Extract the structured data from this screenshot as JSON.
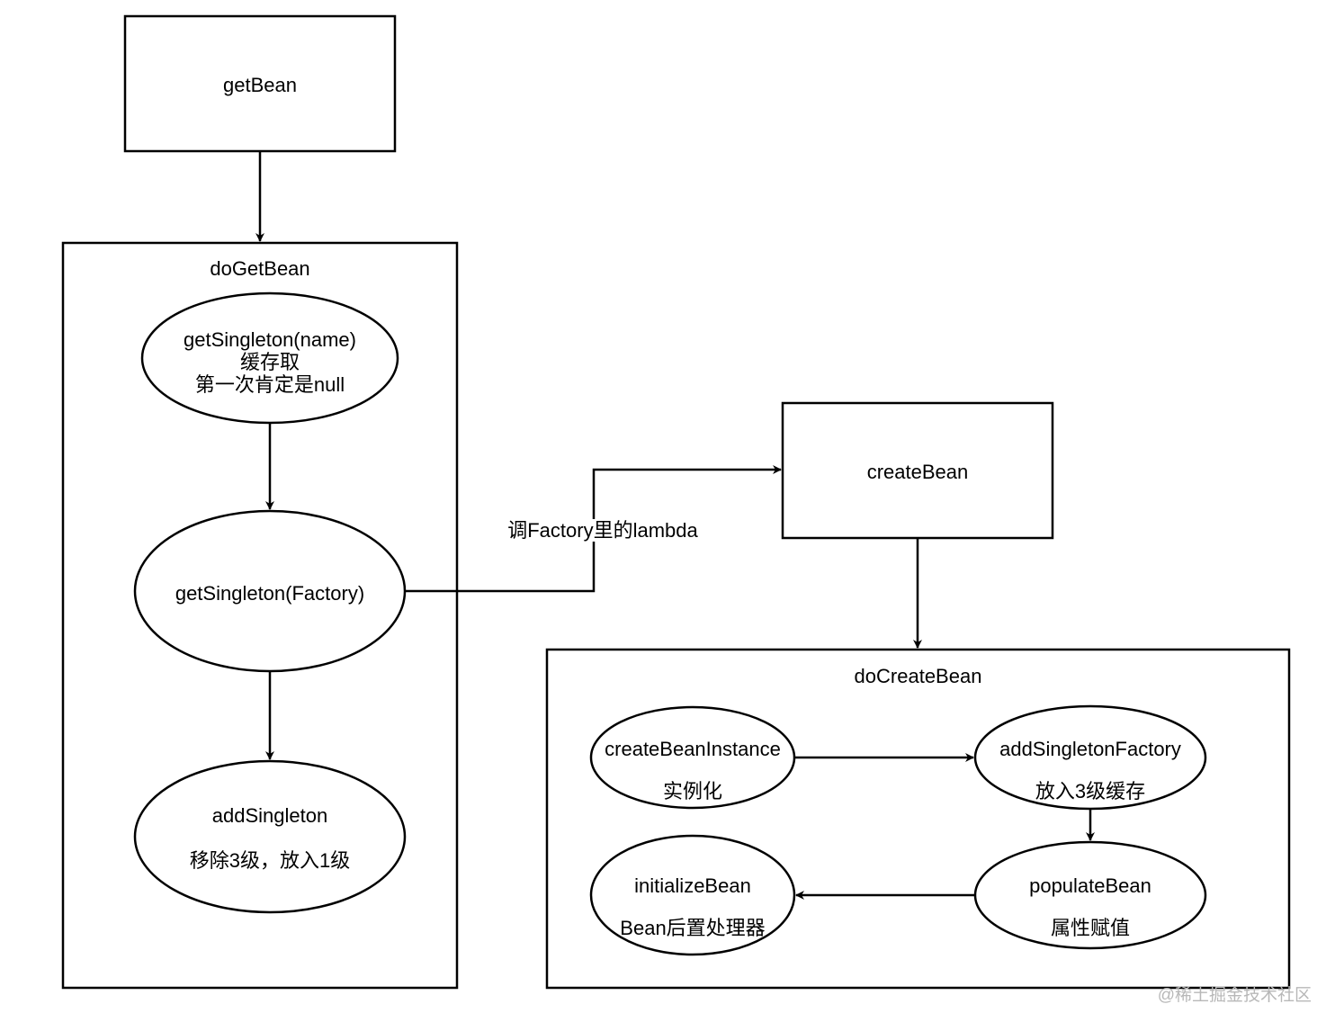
{
  "nodes": {
    "getBean": "getBean",
    "doGetBean": "doGetBean",
    "getSingletonName": {
      "line1": "getSingleton(name)",
      "line2": "缓存取",
      "line3": "第一次肯定是null"
    },
    "getSingletonFactory": "getSingleton(Factory)",
    "addSingleton": {
      "line1": "addSingleton",
      "line2": "移除3级，放入1级"
    },
    "createBean": "createBean",
    "doCreateBean": "doCreateBean",
    "createBeanInstance": {
      "line1": "createBeanInstance",
      "line2": "实例化"
    },
    "addSingletonFactory": {
      "line1": "addSingletonFactory",
      "line2": "放入3级缓存"
    },
    "populateBean": {
      "line1": "populateBean",
      "line2": "属性赋值"
    },
    "initializeBean": {
      "line1": "initializeBean",
      "line2": "Bean后置处理器"
    }
  },
  "edges": {
    "factoryLambda": "调Factory里的lambda"
  },
  "watermark": "@稀土掘金技术社区"
}
